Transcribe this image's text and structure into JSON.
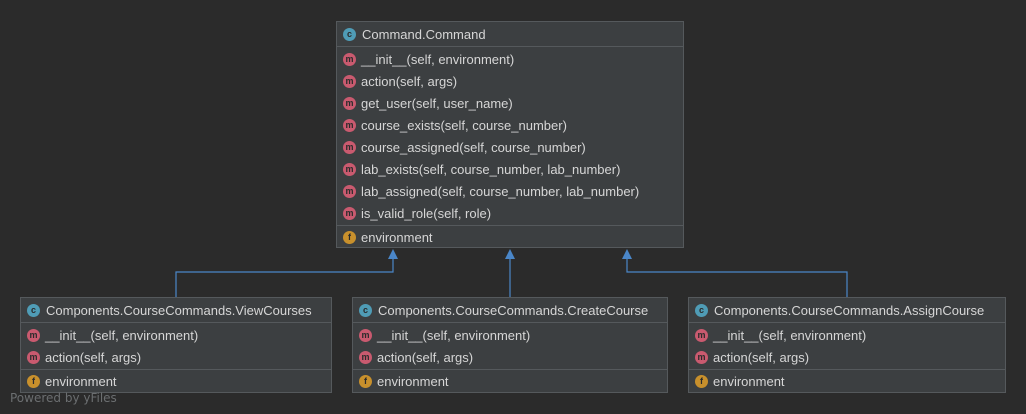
{
  "parent_class": {
    "badge": "c",
    "title": "Command.Command",
    "methods": [
      "__init__(self, environment)",
      "action(self, args)",
      "get_user(self, user_name)",
      "course_exists(self, course_number)",
      "course_assigned(self, course_number)",
      "lab_exists(self, course_number, lab_number)",
      "lab_assigned(self, course_number, lab_number)",
      "is_valid_role(self, role)"
    ],
    "fields": [
      "environment"
    ]
  },
  "child_classes": [
    {
      "badge": "c",
      "title": "Components.CourseCommands.ViewCourses",
      "methods": [
        "__init__(self, environment)",
        "action(self, args)"
      ],
      "fields": [
        "environment"
      ]
    },
    {
      "badge": "c",
      "title": "Components.CourseCommands.CreateCourse",
      "methods": [
        "__init__(self, environment)",
        "action(self, args)"
      ],
      "fields": [
        "environment"
      ]
    },
    {
      "badge": "c",
      "title": "Components.CourseCommands.AssignCourse",
      "methods": [
        "__init__(self, environment)",
        "action(self, args)"
      ],
      "fields": [
        "environment"
      ]
    }
  ],
  "badges": {
    "method": "m",
    "field": "f"
  },
  "colors": {
    "background": "#2b2b2b",
    "box": "#3c3f41",
    "arrow": "#4a86c8",
    "class_badge": "#4f9cb6",
    "method_badge": "#c95a6f",
    "field_badge": "#c8902c"
  },
  "watermark": "Powered by yFiles"
}
